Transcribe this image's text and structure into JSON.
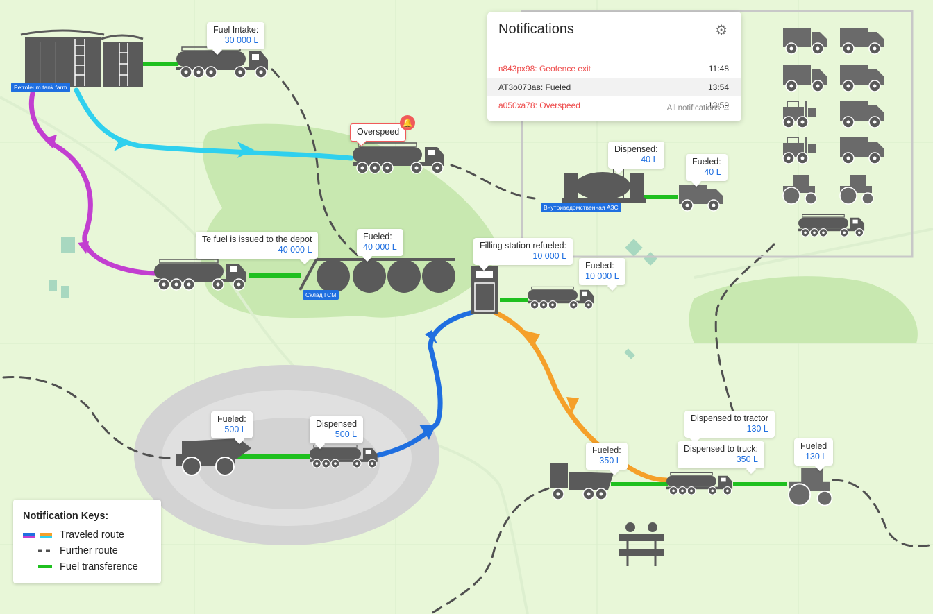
{
  "notifications": {
    "title": "Notifications",
    "items": [
      {
        "text": "в843рх98: Geofence exit",
        "time": "11:48"
      },
      {
        "text": "АТ3о073ав: Fueled",
        "time": "13:54"
      },
      {
        "text": "а050ха78: Overspeed",
        "time": "13:59"
      }
    ],
    "all_link": "All notifications →"
  },
  "labels": {
    "tank_farm": "Petroleum tank farm",
    "depot": "Склад ГСМ",
    "gas_station": "Внутриведомственная АЗС"
  },
  "callouts": {
    "fuel_intake": {
      "title": "Fuel Intake:",
      "value": "30 000 L"
    },
    "overspeed": {
      "title": "Overspeed"
    },
    "dispensed_station": {
      "title": "Dispensed:",
      "value": "40 L"
    },
    "fueled_van": {
      "title": "Fueled:",
      "value": "40 L"
    },
    "issued_depot": {
      "title": "Te fuel is issued to the depot",
      "value": "40 000 L"
    },
    "fueled_depot": {
      "title": "Fueled:",
      "value": "40 000 L"
    },
    "filling_refueled": {
      "title": "Filling station refueled:",
      "value": "10 000 L"
    },
    "fueled_small_tanker": {
      "title": "Fueled:",
      "value": "10 000 L"
    },
    "fueled_dumper": {
      "title": "Fueled:",
      "value": "500 L"
    },
    "dispensed_quarry": {
      "title": "Dispensed",
      "value": "500 L"
    },
    "dispensed_tractor": {
      "title": "Dispensed to tractor",
      "value": "130 L"
    },
    "dispensed_truck": {
      "title": "Dispensed to truck:",
      "value": "350 L"
    },
    "fueled_dump_truck": {
      "title": "Fueled:",
      "value": "350 L"
    },
    "fueled_tractor": {
      "title": "Fueled",
      "value": "130 L"
    }
  },
  "legend": {
    "title": "Notification Keys:",
    "items": [
      "Traveled route",
      "Further route",
      "Fuel transference"
    ]
  },
  "colors": {
    "magenta_route": "#c23fd0",
    "cyan_route": "#2fd0ee",
    "blue_route": "#1f6fe0",
    "orange_route": "#f5a02a",
    "transfer": "#1fc01f",
    "dashed": "#505050",
    "vehicle": "#5a5a5a",
    "alert": "#f05a5a"
  }
}
